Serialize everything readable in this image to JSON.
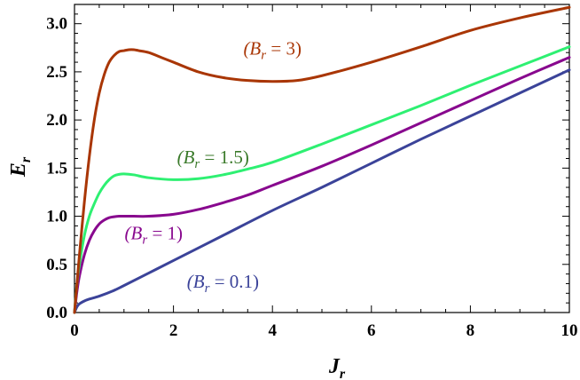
{
  "chart_data": {
    "type": "line",
    "xlabel": {
      "main": "J",
      "sub": "r"
    },
    "ylabel": {
      "main": "E",
      "sub": "r"
    },
    "xlim": [
      0,
      10
    ],
    "ylim": [
      0,
      3.2
    ],
    "x_ticks": [
      0,
      2,
      4,
      6,
      8,
      10
    ],
    "x_tick_labels": [
      "0",
      "2",
      "4",
      "6",
      "8",
      "10"
    ],
    "y_ticks": [
      0,
      0.5,
      1.0,
      1.5,
      2.0,
      2.5,
      3.0
    ],
    "y_tick_labels": [
      "0.0",
      "0.5",
      "1.0",
      "1.5",
      "2.0",
      "2.5",
      "3.0"
    ],
    "grid": false,
    "series": [
      {
        "name": "(B_r = 3)",
        "color": "#a93605",
        "x": [
          0,
          0.05,
          0.1,
          0.2,
          0.3,
          0.4,
          0.5,
          0.6,
          0.7,
          0.8,
          0.9,
          1.0,
          1.1,
          1.2,
          1.3,
          1.5,
          1.8,
          2.0,
          2.5,
          3.0,
          3.5,
          4.0,
          4.5,
          5.0,
          6.0,
          7.0,
          8.0,
          9.0,
          10.0
        ],
        "y": [
          0,
          0.3,
          0.6,
          1.15,
          1.62,
          2.0,
          2.28,
          2.47,
          2.6,
          2.67,
          2.71,
          2.72,
          2.73,
          2.73,
          2.72,
          2.7,
          2.64,
          2.6,
          2.5,
          2.44,
          2.41,
          2.4,
          2.41,
          2.46,
          2.6,
          2.76,
          2.93,
          3.06,
          3.17
        ]
      },
      {
        "name": "(B_r = 1.5)",
        "color": "#2ef072",
        "x": [
          0,
          0.05,
          0.1,
          0.2,
          0.3,
          0.4,
          0.5,
          0.6,
          0.7,
          0.8,
          0.9,
          1.0,
          1.2,
          1.5,
          2.0,
          2.5,
          3.0,
          3.5,
          4.0,
          5.0,
          6.0,
          7.0,
          8.0,
          9.0,
          10.0
        ],
        "y": [
          0,
          0.3,
          0.5,
          0.8,
          1.0,
          1.13,
          1.24,
          1.32,
          1.38,
          1.42,
          1.435,
          1.44,
          1.43,
          1.4,
          1.38,
          1.39,
          1.43,
          1.49,
          1.56,
          1.75,
          1.95,
          2.15,
          2.36,
          2.56,
          2.76
        ]
      },
      {
        "name": "(B_r = 1)",
        "color": "#88088e",
        "x": [
          0,
          0.05,
          0.1,
          0.2,
          0.3,
          0.4,
          0.5,
          0.6,
          0.7,
          0.8,
          0.9,
          1.0,
          1.2,
          1.5,
          2.0,
          2.5,
          3.0,
          3.5,
          4.0,
          5.0,
          6.0,
          7.0,
          8.0,
          9.0,
          10.0
        ],
        "y": [
          0,
          0.22,
          0.38,
          0.6,
          0.75,
          0.85,
          0.92,
          0.96,
          0.985,
          0.995,
          1.0,
          1.0,
          1.0,
          1.0,
          1.02,
          1.07,
          1.14,
          1.22,
          1.32,
          1.52,
          1.74,
          1.97,
          2.2,
          2.43,
          2.65
        ]
      },
      {
        "name": "(B_r = 0.1)",
        "color": "#3b4399",
        "x": [
          0,
          0.05,
          0.1,
          0.2,
          0.3,
          0.5,
          0.8,
          1.0,
          1.5,
          2.0,
          3.0,
          4.0,
          5.0,
          6.0,
          7.0,
          8.0,
          9.0,
          10.0
        ],
        "y": [
          0,
          0.06,
          0.09,
          0.12,
          0.14,
          0.17,
          0.23,
          0.28,
          0.41,
          0.54,
          0.8,
          1.06,
          1.3,
          1.55,
          1.8,
          2.04,
          2.28,
          2.52
        ]
      }
    ],
    "annotations": [
      {
        "series": 0,
        "main": "(B",
        "sub": "r",
        "rest": " = 3)",
        "color": "#a93605",
        "x": 4.0,
        "y": 2.68
      },
      {
        "series": 1,
        "main": "(B",
        "sub": "r",
        "rest": " = 1.5)",
        "color": "#3a7a2a",
        "x": 2.8,
        "y": 1.55
      },
      {
        "series": 2,
        "main": "(B",
        "sub": "r",
        "rest": " = 1)",
        "color": "#88088e",
        "x": 1.6,
        "y": 0.76
      },
      {
        "series": 3,
        "main": "(B",
        "sub": "r",
        "rest": " = 0.1)",
        "color": "#3b4399",
        "x": 3.0,
        "y": 0.26
      }
    ]
  }
}
